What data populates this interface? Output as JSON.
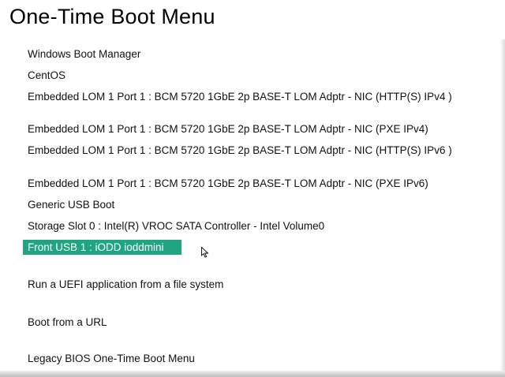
{
  "title": "One-Time Boot Menu",
  "boot_items": [
    {
      "label": "Windows Boot Manager"
    },
    {
      "label": "CentOS"
    },
    {
      "label": "Embedded LOM 1 Port 1 : BCM 5720 1GbE 2p BASE-T LOM Adptr - NIC (HTTP(S) IPv4 )"
    },
    {
      "label": "Embedded LOM 1 Port 1 : BCM 5720 1GbE 2p BASE-T LOM Adptr - NIC (PXE IPv4)"
    },
    {
      "label": "Embedded LOM 1 Port 1 : BCM 5720 1GbE 2p BASE-T LOM Adptr - NIC (HTTP(S) IPv6 )"
    },
    {
      "label": "Embedded LOM 1 Port 1 : BCM 5720 1GbE 2p BASE-T LOM Adptr - NIC (PXE IPv6)"
    },
    {
      "label": "Generic USB Boot"
    },
    {
      "label": "Storage Slot 0 : Intel(R) VROC SATA Controller - Intel Volume0"
    },
    {
      "label": "Front USB 1 : iODD ioddmini",
      "selected": true
    }
  ],
  "actions": [
    {
      "label": "Run a UEFI application from a file system"
    },
    {
      "label": "Boot from a URL"
    },
    {
      "label": "Legacy BIOS One-Time Boot Menu"
    }
  ],
  "colors": {
    "selected_bg": "#20a583",
    "selected_fg": "#ffffff",
    "text": "#111111"
  }
}
